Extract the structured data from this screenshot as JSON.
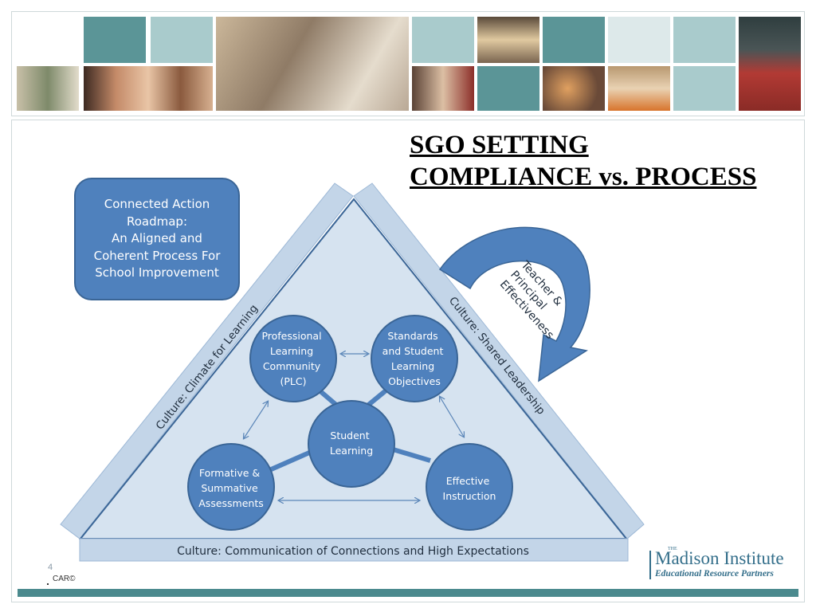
{
  "slide": {
    "title_line1": "SGO SETTING",
    "title_line2": "COMPLIANCE vs. PROCESS",
    "page_number": "4",
    "copyright": "CAR©"
  },
  "roadmap_box": {
    "lines": [
      "Connected Action",
      "Roadmap:",
      "An Aligned and",
      "Coherent Process For",
      "School Improvement"
    ]
  },
  "triangle": {
    "left_side": "Culture: Climate for Learning",
    "right_side": "Culture: Shared Leadership",
    "base": "Culture: Communication of Connections and High Expectations"
  },
  "arrow": {
    "lines": [
      "Teacher &",
      "Principal",
      "Effectiveness"
    ]
  },
  "nodes": {
    "plc": [
      "Professional",
      "Learning",
      "Community",
      "(PLC)"
    ],
    "standards": [
      "Standards",
      "and Student",
      "Learning",
      "Objectives"
    ],
    "student": [
      "Student",
      "Learning"
    ],
    "formative": [
      "Formative &",
      "Summative",
      "Assessments"
    ],
    "instruction": [
      "Effective",
      "Instruction"
    ]
  },
  "logo": {
    "name": "Madison Institute",
    "prefix": "THE",
    "subtitle": "Educational Resource Partners"
  },
  "colors": {
    "circle_fill": "#4f81bd",
    "triangle_fill": "#d6e3f0",
    "triangle_edge": "#c3d5e8",
    "arrow": "#4f81bd",
    "banner_teal": "#5b9597",
    "banner_light": "#a9cbcc",
    "footer": "#4b8a8e",
    "logo": "#336e8a"
  }
}
